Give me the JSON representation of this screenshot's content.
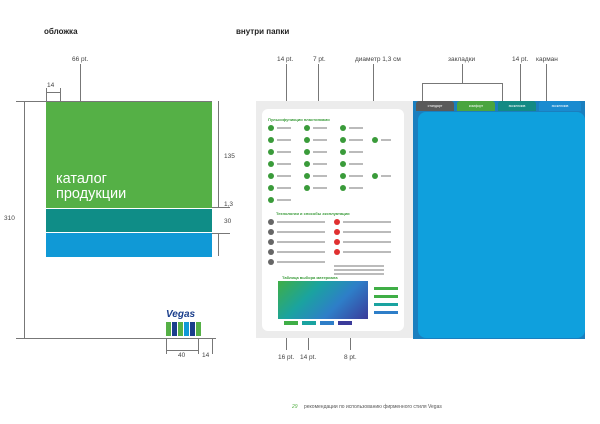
{
  "sections": {
    "cover_title": "обложка",
    "inside_title": "внутри папки"
  },
  "cover": {
    "title": "каталог продукции",
    "brand": "Vegas"
  },
  "dimensions": {
    "d66": "66 pt.",
    "d14_top": "14",
    "d310": "310",
    "d135": "135",
    "d13": "1,3",
    "d30": "30",
    "d40": "40",
    "d14_bottom": "14",
    "d14pt_top": "14 pt.",
    "d7pt": "7 pt.",
    "diameter": "диаметр 1,3 см",
    "d16pt": "16 pt.",
    "d14pt_bottom": "14 pt.",
    "d8pt": "8 pt."
  },
  "pocket": {
    "tabs_label": "закладки",
    "d14pt": "14 pt.",
    "pocket_label": "карман",
    "tabs": [
      "стандарт",
      "комфорт",
      "эксклюзив",
      "эксклюзив"
    ]
  },
  "inner_page": {
    "heading1": "Пульсифуникции пластинками",
    "heading2": "Технологии и способы эксплуатации",
    "heading3": "Таблица выбора материала"
  },
  "footer": {
    "page_number": "29",
    "text": "рекомендации по использованию фирменного стиля Vegas"
  },
  "colors": {
    "green": "#55b046",
    "teal": "#0f8d87",
    "blue": "#1099d6",
    "pocket": "#0fa0dd"
  }
}
